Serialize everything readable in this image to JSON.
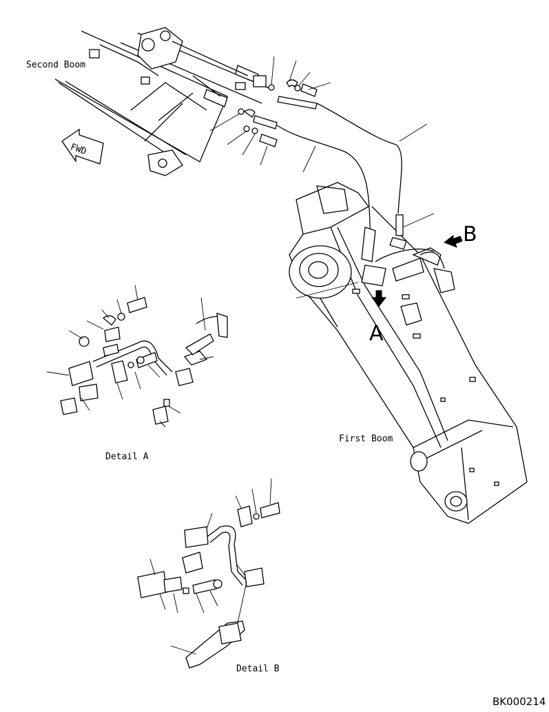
{
  "labels": {
    "second_boom": "Second Boom",
    "first_boom": "First Boom",
    "detail_a": "Detail A",
    "detail_b": "Detail B",
    "view_a": "A",
    "view_b": "B",
    "fwd": "FWD",
    "drawing_code": "BK000214"
  },
  "icons": {
    "fwd_arrow": "fwd-arrow-icon",
    "view_arrow_a": "view-arrow-icon",
    "view_arrow_b": "view-arrow-icon"
  }
}
